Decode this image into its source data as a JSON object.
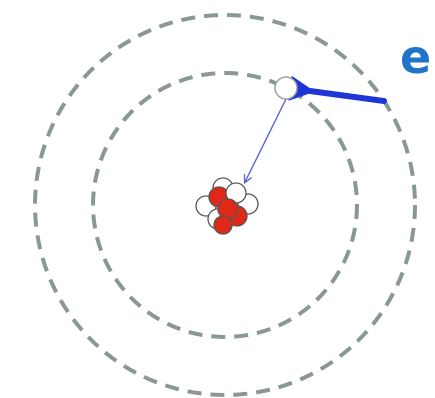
{
  "diagram": {
    "electron_label": "e",
    "colors": {
      "orbit": "#8a9893",
      "label": "#1f73c8",
      "arrow": "#1f36d6",
      "transition": "#5a66cf",
      "proton": "#e02818",
      "neutron": "#ffffff",
      "particle_outline": "#555555"
    },
    "orbits": [
      "inner-orbit",
      "outer-orbit"
    ],
    "nucleus": {
      "protons": 4,
      "neutrons": 4
    }
  }
}
